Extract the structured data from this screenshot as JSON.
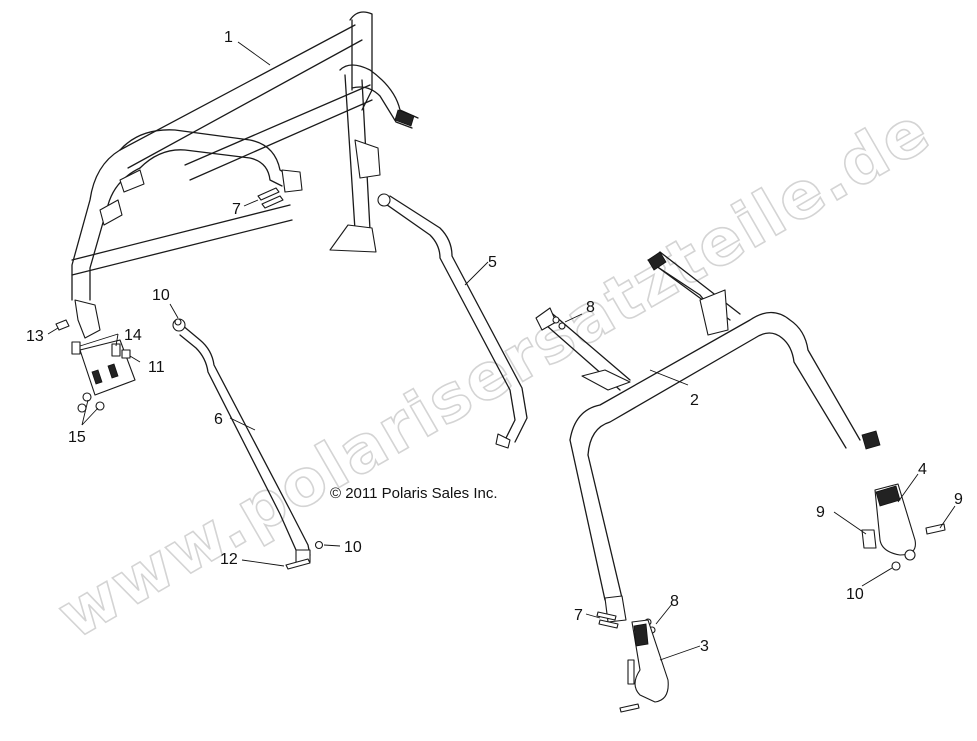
{
  "watermark": "www.polarisersatzteile.de",
  "copyright": "© 2011 Polaris Sales Inc.",
  "callouts": {
    "c1": "1",
    "c2": "2",
    "c3": "3",
    "c4": "4",
    "c5": "5",
    "c6": "6",
    "c7a": "7",
    "c7b": "7",
    "c8a": "8",
    "c8b": "8",
    "c9a": "9",
    "c9b": "9",
    "c10a": "10",
    "c10b": "10",
    "c10c": "10",
    "c11": "11",
    "c12": "12",
    "c13": "13",
    "c14": "14",
    "c15": "15"
  },
  "parts": [
    "front-cab-frame",
    "rear-cab-frame",
    "rear-leg-mount",
    "front-leg-mount",
    "side-bar-upper",
    "side-bar-lower"
  ]
}
